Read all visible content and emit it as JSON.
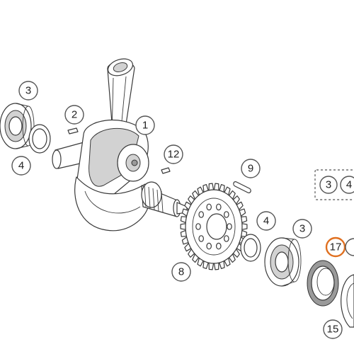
{
  "diagram": {
    "callouts": {
      "c1": "1",
      "c2": "2",
      "c3a": "3",
      "c3b": "3",
      "c3c": "3",
      "c4a": "4",
      "c4b": "4",
      "c4c": "4",
      "c8": "8",
      "c9": "9",
      "c12": "12",
      "c15": "15",
      "c17": "17"
    },
    "colors": {
      "highlight": "#e07020",
      "line": "#3a3a3a",
      "callout_border": "#555555"
    }
  }
}
